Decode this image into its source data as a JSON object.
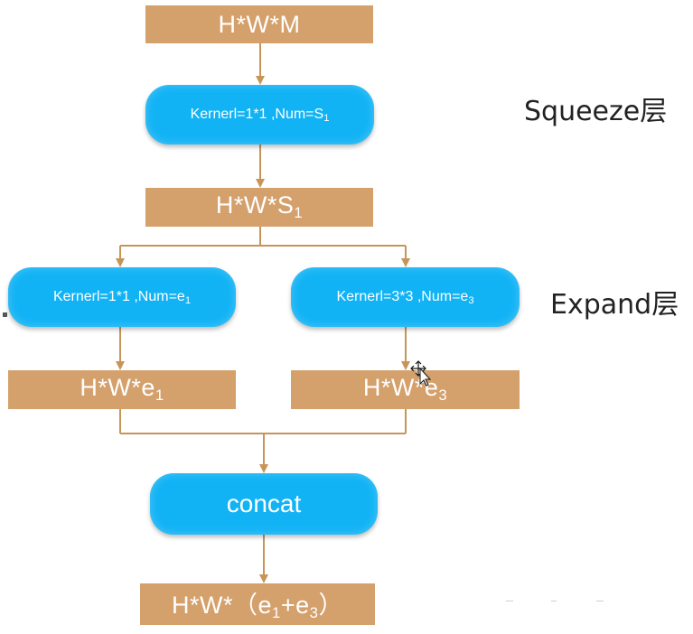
{
  "colors": {
    "rect_fill": "#D4A06B",
    "pill_fill": "#12B3F5",
    "arrow": "#C89559",
    "text_on_shape": "#FFFFFF"
  },
  "diagram": {
    "input": {
      "base": "H*W*M"
    },
    "squeeze_conv": {
      "base": "Kernerl=1*1 ,Num=S",
      "sub": "1"
    },
    "squeeze_out": {
      "base": "H*W*S",
      "sub": "1"
    },
    "expand_left_conv": {
      "base": "Kernerl=1*1 ,Num=e",
      "sub": "1"
    },
    "expand_right_conv": {
      "base": "Kernerl=3*3 ,Num=e",
      "sub": "3"
    },
    "expand_left_out": {
      "base": "H*W*e",
      "sub": "1"
    },
    "expand_right_out": {
      "base": "H*W*e",
      "sub": "3"
    },
    "concat": {
      "label": "concat"
    },
    "output": {
      "prefix": "H*W*（e",
      "sub1": "1",
      "mid": "+e",
      "sub2": "3",
      "suffix": "）"
    },
    "labels": {
      "squeeze": "Squeeze层",
      "expand": "Expand层"
    },
    "cursor_icon": "move-cursor-icon"
  }
}
